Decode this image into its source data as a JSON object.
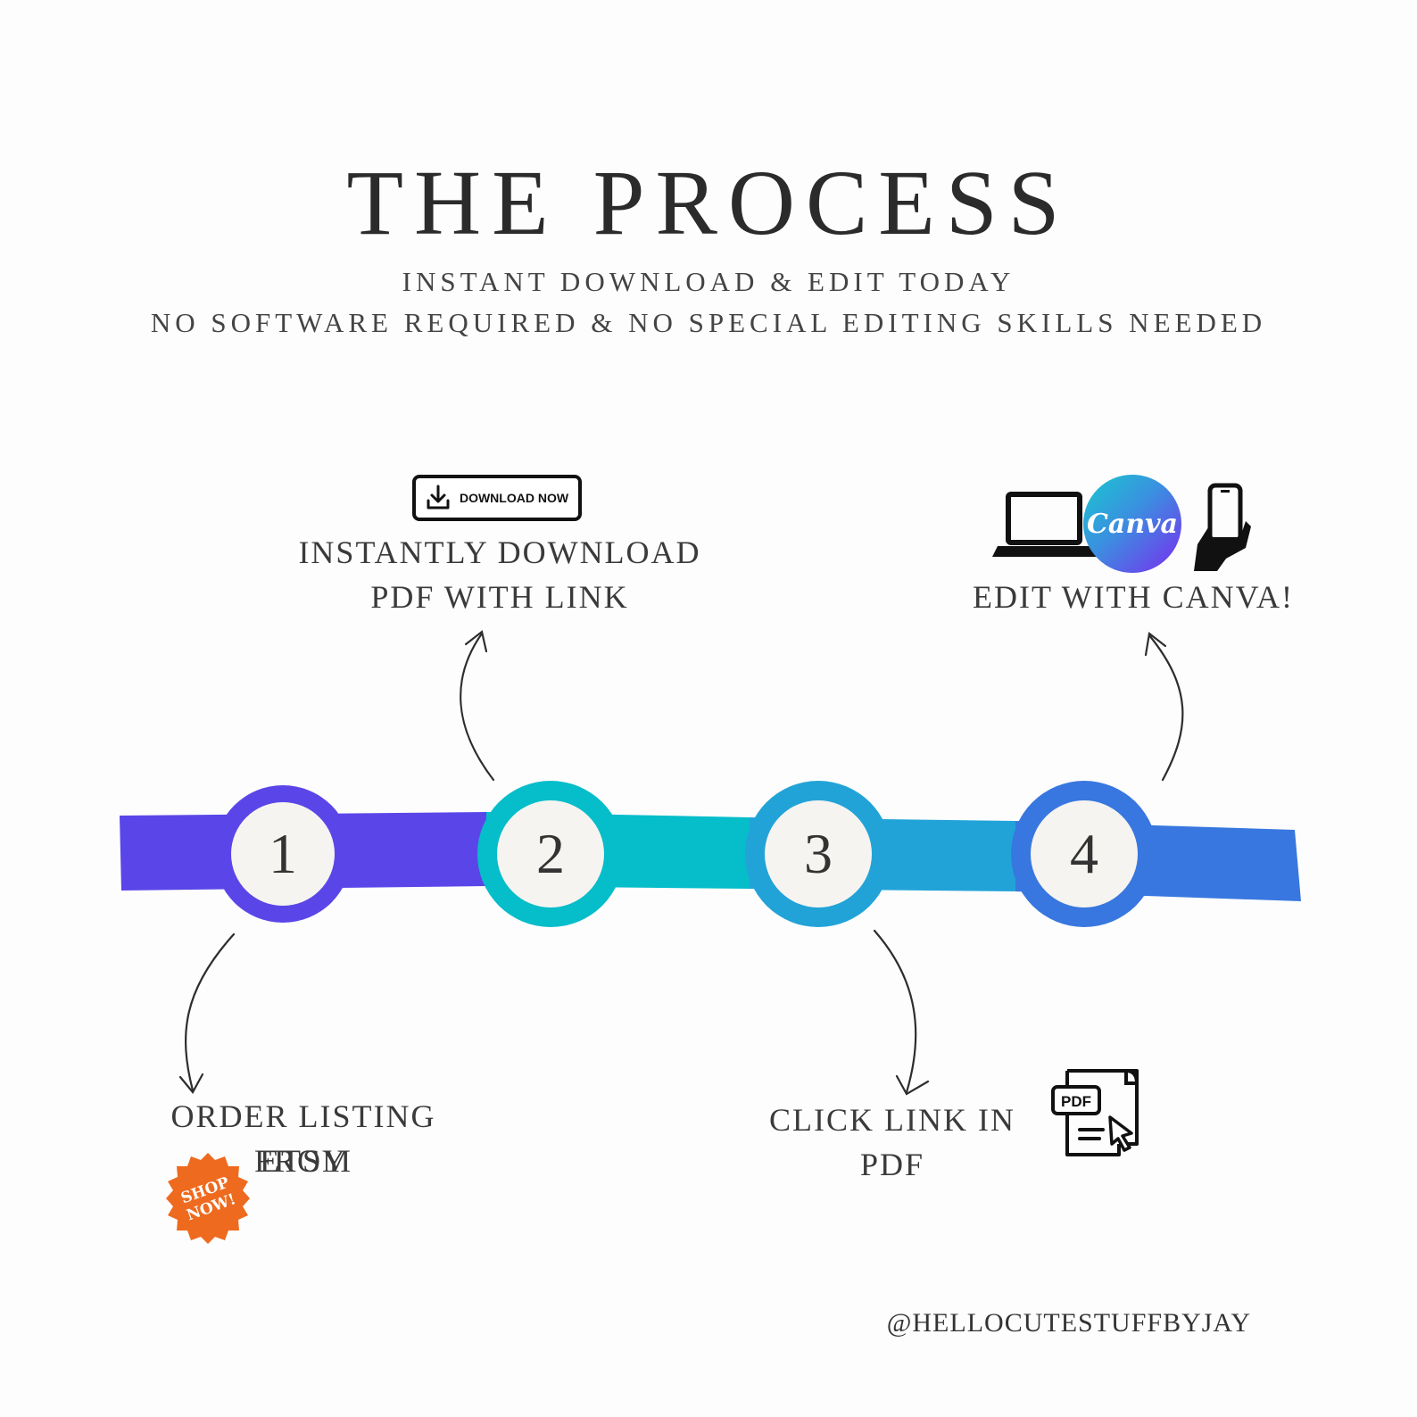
{
  "header": {
    "title": "THE PROCESS",
    "subtitle_line1": "INSTANT DOWNLOAD & EDIT TODAY",
    "subtitle_line2": "NO SOFTWARE REQUIRED & NO SPECIAL EDITING SKILLS NEEDED"
  },
  "steps": [
    {
      "number": "1",
      "label_line1": "ORDER LISTING FROM",
      "label_line2": "ETSY",
      "color": "#5a46e8",
      "icon": "shop-now-badge-icon"
    },
    {
      "number": "2",
      "label_line1": "INSTANTLY DOWNLOAD",
      "label_line2": "PDF WITH LINK",
      "color": "#06bdca",
      "icon": "download-now-button-icon"
    },
    {
      "number": "3",
      "label_line1": "CLICK LINK IN PDF",
      "label_line2": "",
      "color": "#22a3d8",
      "icon": "pdf-click-icon"
    },
    {
      "number": "4",
      "label_line1": "EDIT WITH CANVA!",
      "label_line2": "",
      "color": "#3877df",
      "icon": "canva-devices-icon"
    }
  ],
  "download_button": {
    "label": "DOWNLOAD NOW"
  },
  "canva_logo": {
    "text": "Canva"
  },
  "pdf_icon": {
    "text": "PDF"
  },
  "shop_badge": {
    "line1": "SHOP",
    "line2": "NOW!",
    "color": "#ee6a1e"
  },
  "footer": {
    "handle": "@HELLOCUTESTUFFBYJAY"
  },
  "colors": {
    "background": "#fdfdfd",
    "circle_fill": "#f6f4f0",
    "text": "#2d2d2d"
  }
}
